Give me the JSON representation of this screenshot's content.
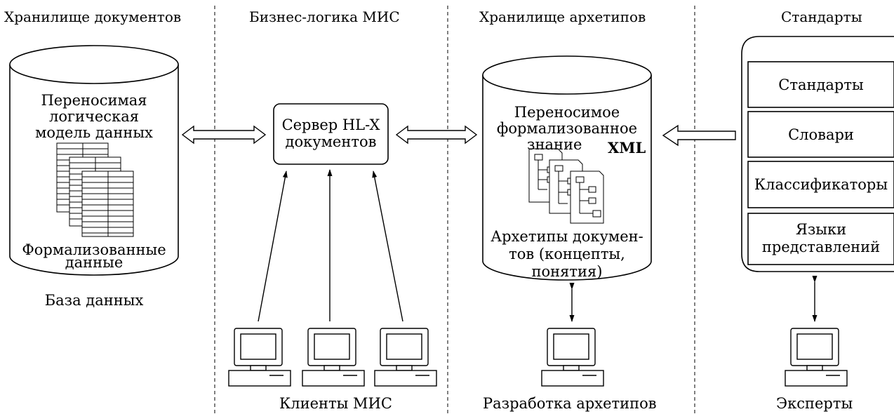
{
  "columns": {
    "documents": "Хранилище документов",
    "business_logic": "Бизнес-логика МИС",
    "archetypes": "Хранилище архетипов",
    "standards": "Стандарты"
  },
  "db": {
    "line1": "Переносимая",
    "line2": "логическая",
    "line3": "модель данных",
    "bottom1": "Формализованные",
    "bottom2": "данные",
    "caption": "База данных"
  },
  "server": {
    "line1": "Сервер HL-X",
    "line2": "документов"
  },
  "archetype_store": {
    "line1": "Переносимое",
    "line2": "формализованное",
    "line3": "знание",
    "xml": "XML",
    "bottom1": "Архетипы докумен-",
    "bottom2": "тов (концепты,",
    "bottom3": "понятия)"
  },
  "standards_panel": {
    "items": [
      "Стандарты",
      "Словари",
      "Классификаторы",
      "Языки представлений"
    ],
    "item4_line1": "Языки",
    "item4_line2": "представлений"
  },
  "captions": {
    "clients": "Клиенты МИС",
    "dev": "Разработка архетипов",
    "experts": "Эксперты"
  }
}
